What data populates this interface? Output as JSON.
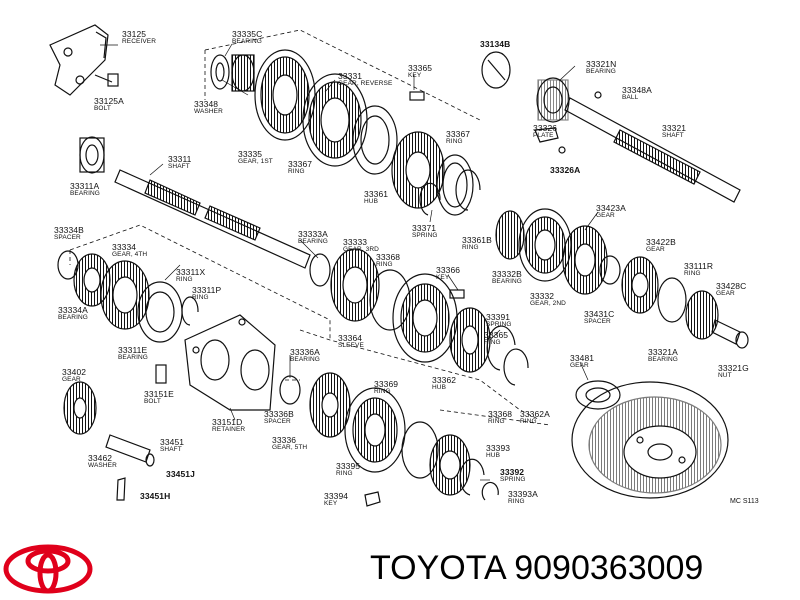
{
  "brand": {
    "name": "TOYOTA",
    "part_number": "9090363009",
    "logo_color": "#e0001b"
  },
  "diagram": {
    "reference_code": "MC S113",
    "parts": [
      {
        "id": "p1",
        "num": "33125",
        "desc": "RECEIVER"
      },
      {
        "id": "p2",
        "num": "33125A",
        "desc": "BOLT"
      },
      {
        "id": "p3",
        "num": "33335C",
        "desc": "BEARING"
      },
      {
        "id": "p4",
        "num": "33348",
        "desc": "WASHER"
      },
      {
        "id": "p5",
        "num": "33331",
        "desc": "GEAR, REVERSE"
      },
      {
        "id": "p6",
        "num": "33365",
        "desc": "KEY"
      },
      {
        "id": "p7",
        "num": "33134B",
        "desc": ""
      },
      {
        "id": "p8",
        "num": "33321N",
        "desc": "BEARING"
      },
      {
        "id": "p9",
        "num": "33348A",
        "desc": "BALL"
      },
      {
        "id": "p10",
        "num": "33335",
        "desc": "GEAR, 1ST"
      },
      {
        "id": "p11",
        "num": "33367",
        "desc": "RING"
      },
      {
        "id": "p12",
        "num": "33367",
        "desc": "RING"
      },
      {
        "id": "p13",
        "num": "33326",
        "desc": "PLATE"
      },
      {
        "id": "p14",
        "num": "33326A",
        "desc": ""
      },
      {
        "id": "p15",
        "num": "33321",
        "desc": "SHAFT"
      },
      {
        "id": "p16",
        "num": "33311",
        "desc": "SHAFT"
      },
      {
        "id": "p17",
        "num": "33311A",
        "desc": "BEARING"
      },
      {
        "id": "p18",
        "num": "33361",
        "desc": "HUB"
      },
      {
        "id": "p19",
        "num": "33371",
        "desc": "SPRING"
      },
      {
        "id": "p20",
        "num": "33361B",
        "desc": "RING"
      },
      {
        "id": "p21",
        "num": "33423A",
        "desc": "GEAR"
      },
      {
        "id": "p22",
        "num": "33334B",
        "desc": "SPACER"
      },
      {
        "id": "p23",
        "num": "33334",
        "desc": "GEAR, 4TH"
      },
      {
        "id": "p24",
        "num": "33311X",
        "desc": "RING"
      },
      {
        "id": "p25",
        "num": "33311P",
        "desc": "RING"
      },
      {
        "id": "p26",
        "num": "33334A",
        "desc": "BEARING"
      },
      {
        "id": "p27",
        "num": "33333A",
        "desc": "BEARING"
      },
      {
        "id": "p28",
        "num": "33333",
        "desc": "GEAR, 3RD"
      },
      {
        "id": "p29",
        "num": "33368",
        "desc": "RING"
      },
      {
        "id": "p30",
        "num": "33366",
        "desc": "KEY"
      },
      {
        "id": "p31",
        "num": "33332B",
        "desc": "BEARING"
      },
      {
        "id": "p32",
        "num": "33332",
        "desc": "GEAR, 2ND"
      },
      {
        "id": "p33",
        "num": "33422B",
        "desc": "GEAR"
      },
      {
        "id": "p34",
        "num": "33111R",
        "desc": "RING"
      },
      {
        "id": "p35",
        "num": "33428C",
        "desc": "GEAR"
      },
      {
        "id": "p36",
        "num": "33431C",
        "desc": "SPACER"
      },
      {
        "id": "p37",
        "num": "33311E",
        "desc": "BEARING"
      },
      {
        "id": "p38",
        "num": "33364",
        "desc": "SLEEVE"
      },
      {
        "id": "p39",
        "num": "33391",
        "desc": "SPRING"
      },
      {
        "id": "p40",
        "num": "33365",
        "desc": "RING"
      },
      {
        "id": "p41",
        "num": "33321A",
        "desc": "BEARING"
      },
      {
        "id": "p42",
        "num": "33321G",
        "desc": "NUT"
      },
      {
        "id": "p43",
        "num": "33402",
        "desc": "GEAR"
      },
      {
        "id": "p44",
        "num": "33151E",
        "desc": "BOLT"
      },
      {
        "id": "p45",
        "num": "33336A",
        "desc": "BEARING"
      },
      {
        "id": "p46",
        "num": "33362",
        "desc": "HUB"
      },
      {
        "id": "p47",
        "num": "33369",
        "desc": "RING"
      },
      {
        "id": "p48",
        "num": "33481",
        "desc": "GEAR"
      },
      {
        "id": "p49",
        "num": "33151D",
        "desc": "RETAINER"
      },
      {
        "id": "p50",
        "num": "33336B",
        "desc": "SPACER"
      },
      {
        "id": "p51",
        "num": "33368",
        "desc": "RING"
      },
      {
        "id": "p52",
        "num": "33362A",
        "desc": "RING"
      },
      {
        "id": "p53",
        "num": "33451",
        "desc": "SHAFT"
      },
      {
        "id": "p54",
        "num": "33336",
        "desc": "GEAR, 5TH"
      },
      {
        "id": "p55",
        "num": "33393",
        "desc": "HUB"
      },
      {
        "id": "p56",
        "num": "33462",
        "desc": "WASHER"
      },
      {
        "id": "p57",
        "num": "33451J",
        "desc": ""
      },
      {
        "id": "p58",
        "num": "33395",
        "desc": "RING"
      },
      {
        "id": "p59",
        "num": "33392",
        "desc": "SPRING"
      },
      {
        "id": "p60",
        "num": "33451H",
        "desc": ""
      },
      {
        "id": "p61",
        "num": "33394",
        "desc": "KEY"
      },
      {
        "id": "p62",
        "num": "33393A",
        "desc": "RING"
      }
    ]
  }
}
